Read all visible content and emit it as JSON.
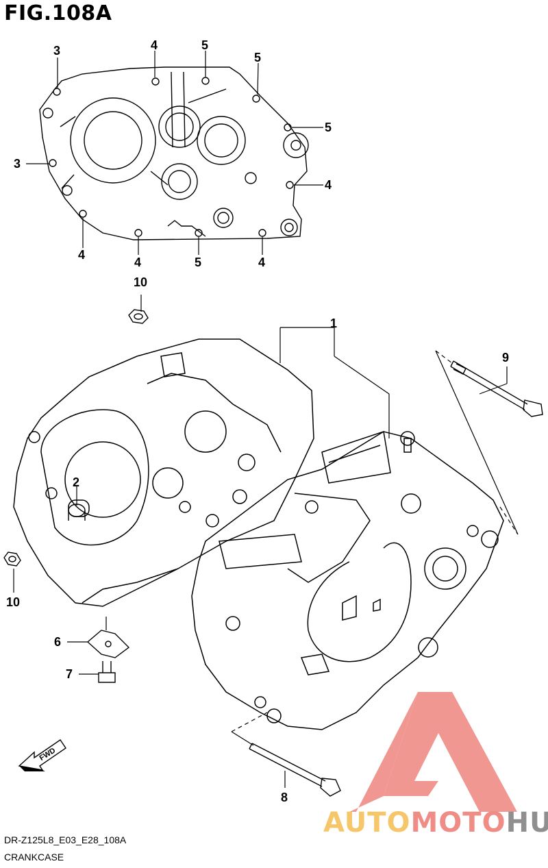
{
  "title": "FIG.108A",
  "footer": {
    "code": "DR-Z125L8_E03_E28_108A",
    "name": "CRANKCASE"
  },
  "watermark": {
    "part1": "AUTO",
    "part2": "MOTO",
    "part3": "HUB"
  },
  "callouts": {
    "c1": "1",
    "c2": "2",
    "c3a": "3",
    "c3b": "3",
    "c4a": "4",
    "c4b": "4",
    "c4c": "4",
    "c4d": "4",
    "c4e": "4",
    "c5a": "5",
    "c5b": "5",
    "c5c": "5",
    "c5d": "5",
    "c6": "6",
    "c7": "7",
    "c8": "8",
    "c9": "9",
    "c10a": "10",
    "c10b": "10"
  },
  "fwd_label": "FWD",
  "colors": {
    "line": "#000000",
    "logo_red": "#f08c86",
    "logo_yellow": "#f5c76a",
    "logo_grey": "#8f8f8f"
  }
}
